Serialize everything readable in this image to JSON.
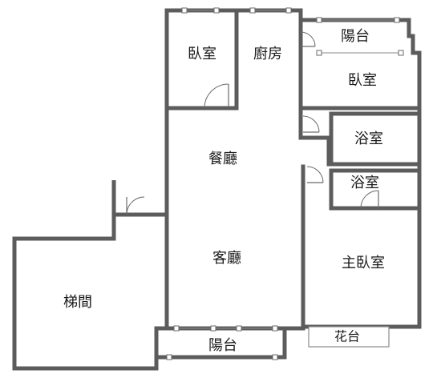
{
  "floor_plan": {
    "rooms": {
      "bedroom_small": "臥室",
      "kitchen": "廚房",
      "balcony_top": "陽台",
      "bedroom_right": "臥室",
      "bathroom_1": "浴室",
      "dining": "餐廳",
      "bathroom_2": "浴室",
      "living": "客廳",
      "master_bedroom": "主臥室",
      "stairwell": "梯間",
      "balcony_bottom": "陽台",
      "planter": "花台"
    }
  }
}
